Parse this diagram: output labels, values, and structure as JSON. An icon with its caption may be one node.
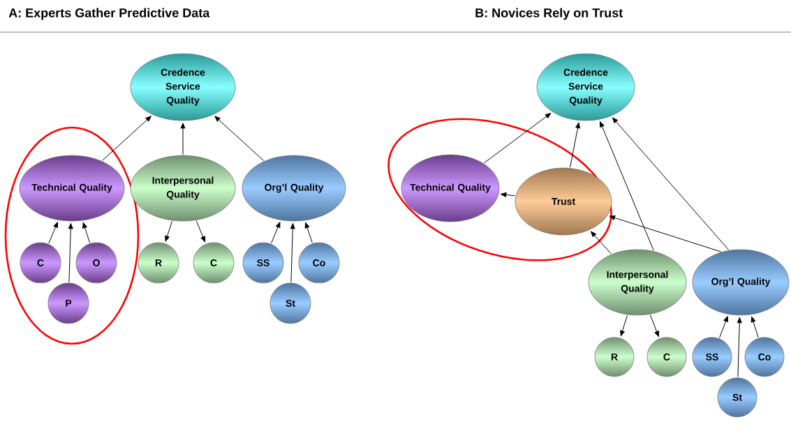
{
  "diagram": {
    "nodes": [
      {
        "text": [],
        "shape": "ellipse"
      },
      {
        "text": [
          "Credence Service Quality"
        ]
      },
      {
        "text": [
          "Technical Quality"
        ],
        "in": 0
      },
      {
        "text": [
          "Interpersonal Quality"
        ]
      },
      {
        "text": [
          "Org’l Quality"
        ]
      },
      {
        "text": [
          "C"
        ],
        "in": 0
      },
      {
        "text": [
          "O"
        ],
        "in": 0
      },
      {
        "text": [
          "P"
        ],
        "in": 0
      },
      {
        "text": [
          "R"
        ]
      },
      {
        "text": [
          "C"
        ]
      },
      {
        "text": [
          "SS"
        ]
      },
      {
        "text": [
          "Co"
        ]
      },
      {
        "text": [
          "St"
        ]
      },
      {
        "text": [],
        "shape": "ellipse"
      },
      {
        "text": [
          "Credence Service Quality"
        ]
      },
      {
        "text": [
          "Technical Quality"
        ],
        "in": 13
      },
      {
        "text": [
          "Trust"
        ],
        "in": 13
      },
      {
        "text": [
          "Interpersonal Quality"
        ]
      },
      {
        "text": [
          "Org’l Quality"
        ]
      },
      {
        "text": [
          "R"
        ]
      },
      {
        "text": [
          "C"
        ]
      },
      {
        "text": [
          "SS"
        ]
      },
      {
        "text": [
          "Co"
        ]
      },
      {
        "text": [
          "St"
        ]
      }
    ],
    "edges": [
      {
        "from": 2,
        "to": 1,
        "arrow": "to"
      },
      {
        "from": 3,
        "to": 1,
        "arrow": "to"
      },
      {
        "from": 4,
        "to": 1,
        "arrow": "to"
      },
      {
        "from": 5,
        "to": 2,
        "arrow": "to"
      },
      {
        "from": 7,
        "to": 2,
        "arrow": "to"
      },
      {
        "from": 6,
        "to": 2,
        "arrow": "to"
      },
      {
        "from": 3,
        "to": 8,
        "arrow": "to"
      },
      {
        "from": 3,
        "to": 9,
        "arrow": "to"
      },
      {
        "from": 10,
        "to": 4,
        "arrow": "to"
      },
      {
        "from": 12,
        "to": 4,
        "arrow": "to"
      },
      {
        "from": 11,
        "to": 4,
        "arrow": "to"
      },
      {
        "from": 15,
        "to": 14,
        "arrow": "to"
      },
      {
        "from": 16,
        "to": 14,
        "arrow": "to"
      },
      {
        "from": 17,
        "to": 14,
        "arrow": "to"
      },
      {
        "from": 18,
        "to": 14,
        "arrow": "to"
      },
      {
        "from": 16,
        "to": 15,
        "arrow": "to"
      },
      {
        "from": 17,
        "to": 16,
        "arrow": "to"
      },
      {
        "from": 18,
        "to": 16,
        "arrow": "to"
      },
      {
        "from": 17,
        "to": 19,
        "arrow": "to"
      },
      {
        "from": 17,
        "to": 20,
        "arrow": "to"
      },
      {
        "from": 21,
        "to": 18,
        "arrow": "to"
      },
      {
        "from": 23,
        "to": 18,
        "arrow": "to"
      },
      {
        "from": 22,
        "to": 18,
        "arrow": "to"
      }
    ],
    "labels": [
      "A: Experts Gather Predictive Data",
      "B: Novices Rely on Trust"
    ]
  }
}
